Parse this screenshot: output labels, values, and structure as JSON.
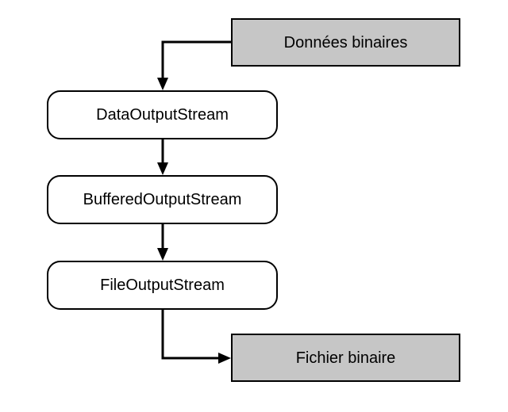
{
  "diagram": {
    "description": "Binary output stream chain diagram (Java I/O)",
    "nodes": {
      "source": {
        "label": "Données binaires",
        "kind": "data"
      },
      "data_output_stream": {
        "label": "DataOutputStream",
        "kind": "stream"
      },
      "buffered_output_stream": {
        "label": "BufferedOutputStream",
        "kind": "stream"
      },
      "file_output_stream": {
        "label": "FileOutputStream",
        "kind": "stream"
      },
      "sink": {
        "label": "Fichier binaire",
        "kind": "data"
      }
    },
    "edges": [
      {
        "from": "source",
        "to": "data_output_stream"
      },
      {
        "from": "data_output_stream",
        "to": "buffered_output_stream"
      },
      {
        "from": "buffered_output_stream",
        "to": "file_output_stream"
      },
      {
        "from": "file_output_stream",
        "to": "sink"
      }
    ],
    "colors": {
      "background": "#ffffff",
      "line": "#000000",
      "border": "#000000",
      "data_box_fill": "#c6c6c6",
      "stream_box_fill": "#ffffff"
    }
  }
}
